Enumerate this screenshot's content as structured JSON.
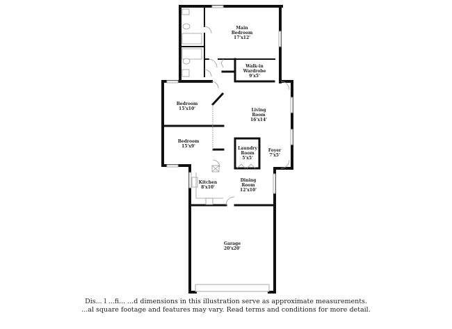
{
  "rooms": {
    "main_bedroom": {
      "name_line1": "Main",
      "name_line2": "Bedroom",
      "dim": "17'x12'"
    },
    "walkin": {
      "name_line1": "Walk-in",
      "name_line2": "Wardrobe",
      "dim": "9'x5'"
    },
    "bedroom1": {
      "name": "Bedroom",
      "dim": "15'x10'"
    },
    "bedroom2": {
      "name": "Bedroom",
      "dim": "15'x9'"
    },
    "living": {
      "name_line1": "Living",
      "name_line2": "Room",
      "dim": "16'x14'"
    },
    "laundry": {
      "name_line1": "Laundry",
      "name_line2": "Room",
      "dim": "5'x5'"
    },
    "foyer": {
      "name": "Foyer",
      "dim": "7'x5'"
    },
    "kitchen": {
      "name": "Kitchen",
      "dim": "8'x10'"
    },
    "dining": {
      "name_line1": "Dining",
      "name_line2": "Room",
      "dim": "12'x10'"
    },
    "garage": {
      "name": "Garage",
      "dim": "20'x20'"
    }
  },
  "disclaimer": {
    "line1": "Dis...  l ...fi...  ...d dimensions in this illustration serve as approximate measurements.",
    "line2": "...al square footage and features may vary. Read terms and conditions for more detail."
  },
  "colors": {
    "wall": "#111111",
    "window": "#cccccc",
    "fixture": "#999999"
  }
}
